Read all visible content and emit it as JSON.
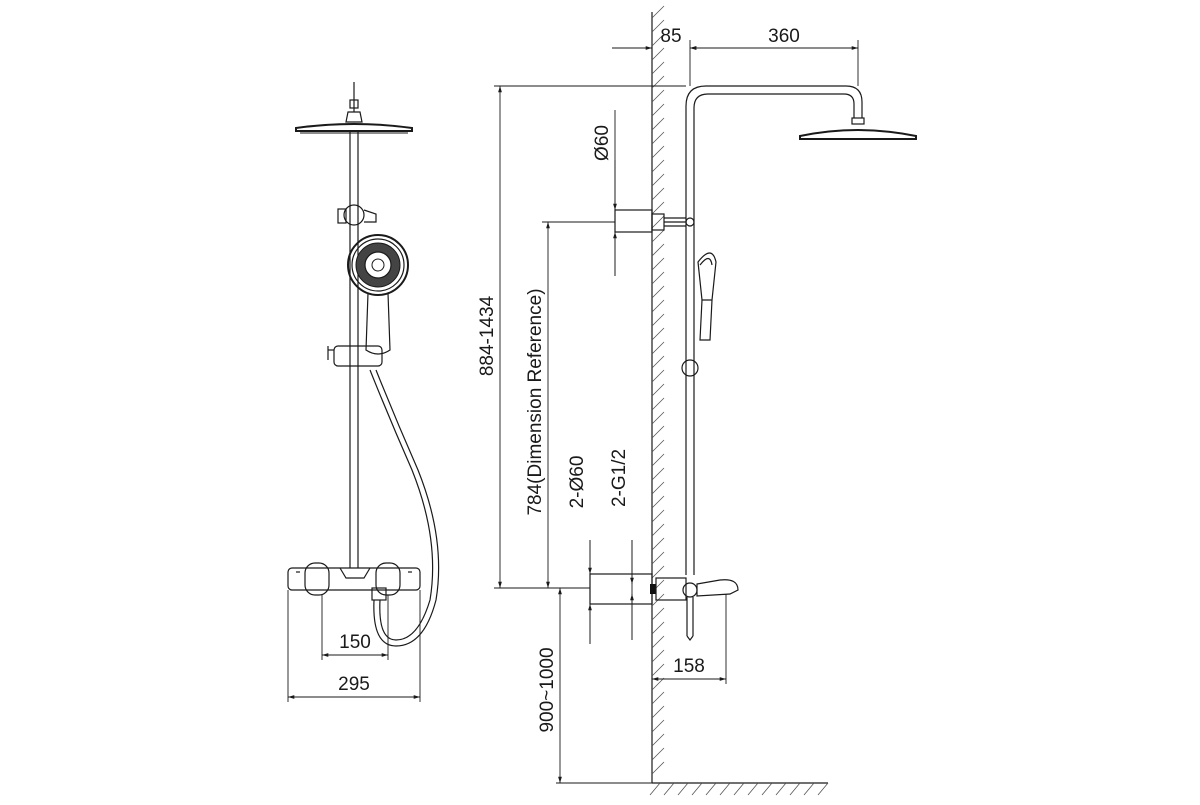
{
  "drawing": {
    "dimensions": {
      "arm_offset_from_wall": "85",
      "arm_length": "360",
      "inlet_diameter": "Ø60",
      "total_height_range": "884-1434",
      "bracket_height": "784(Dimension Reference)",
      "inlet_count_diameter": "2-Ø60",
      "inlet_thread": "2-G1/2",
      "inlet_spacing": "150",
      "mixer_width": "295",
      "spout_projection": "158",
      "mixer_height_from_floor": "900~1000"
    }
  }
}
